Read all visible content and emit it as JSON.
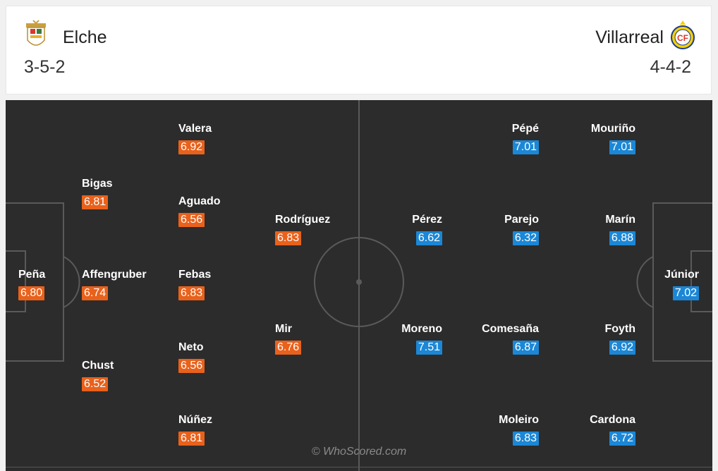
{
  "home": {
    "name": "Elche",
    "formation": "3-5-2",
    "crest_icon": "elche-crest-icon",
    "color": "#e9611b",
    "players": [
      {
        "name": "Peña",
        "rating": "6.80"
      },
      {
        "name": "Bigas",
        "rating": "6.81"
      },
      {
        "name": "Affengruber",
        "rating": "6.74"
      },
      {
        "name": "Chust",
        "rating": "6.52"
      },
      {
        "name": "Valera",
        "rating": "6.92"
      },
      {
        "name": "Aguado",
        "rating": "6.56"
      },
      {
        "name": "Febas",
        "rating": "6.83"
      },
      {
        "name": "Neto",
        "rating": "6.56"
      },
      {
        "name": "Núñez",
        "rating": "6.81"
      },
      {
        "name": "Rodríguez",
        "rating": "6.83"
      },
      {
        "name": "Mir",
        "rating": "6.76"
      }
    ]
  },
  "away": {
    "name": "Villarreal",
    "formation": "4-4-2",
    "crest_icon": "villarreal-crest-icon",
    "color": "#1b87d6",
    "players": [
      {
        "name": "Júnior",
        "rating": "7.02"
      },
      {
        "name": "Mouriño",
        "rating": "7.01"
      },
      {
        "name": "Marín",
        "rating": "6.88"
      },
      {
        "name": "Foyth",
        "rating": "6.92"
      },
      {
        "name": "Cardona",
        "rating": "6.72"
      },
      {
        "name": "Pépé",
        "rating": "7.01"
      },
      {
        "name": "Parejo",
        "rating": "6.32"
      },
      {
        "name": "Comesaña",
        "rating": "6.87"
      },
      {
        "name": "Moleiro",
        "rating": "6.83"
      },
      {
        "name": "Pérez",
        "rating": "6.62"
      },
      {
        "name": "Moreno",
        "rating": "7.51"
      }
    ]
  },
  "watermark": "© WhoScored.com"
}
